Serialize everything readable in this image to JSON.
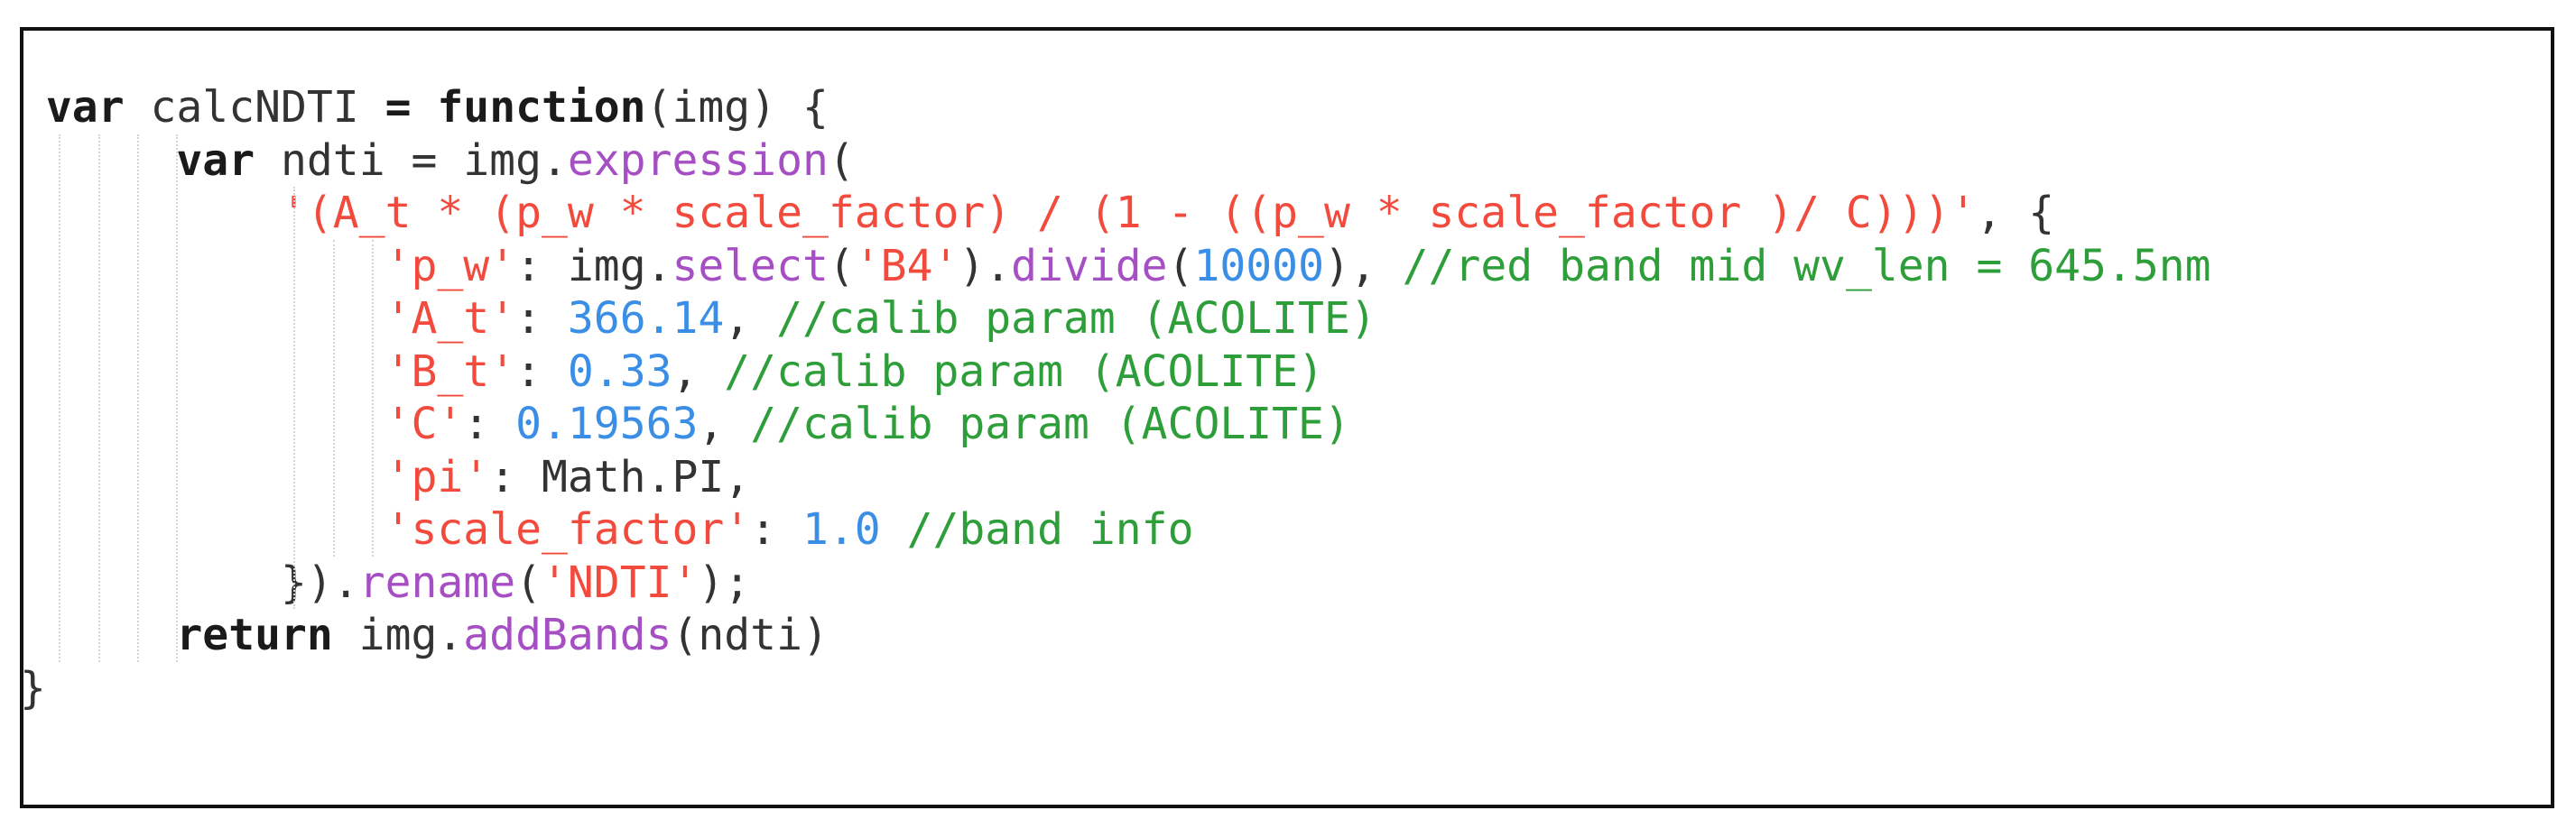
{
  "editor": {
    "lines": [
      {
        "indent": 1,
        "tokens": [
          {
            "t": "var",
            "c": "kw"
          },
          {
            "t": " calcNDTI ",
            "c": "plain"
          },
          {
            "t": "=",
            "c": "kw"
          },
          {
            "t": " ",
            "c": "plain"
          },
          {
            "t": "function",
            "c": "kw"
          },
          {
            "t": "(img) {",
            "c": "plain"
          }
        ]
      },
      {
        "indent": 6,
        "tokens": [
          {
            "t": "var",
            "c": "kw"
          },
          {
            "t": " ndti = img.",
            "c": "plain"
          },
          {
            "t": "expression",
            "c": "fn"
          },
          {
            "t": "(",
            "c": "plain"
          }
        ]
      },
      {
        "indent": 10,
        "tokens": [
          {
            "t": "'(A_t * (p_w * scale_factor) / (1 - ((p_w * scale_factor )/ C)))'",
            "c": "str"
          },
          {
            "t": ", {",
            "c": "plain"
          }
        ]
      },
      {
        "indent": 14,
        "tokens": [
          {
            "t": "'p_w'",
            "c": "str"
          },
          {
            "t": ": img.",
            "c": "plain"
          },
          {
            "t": "select",
            "c": "fn"
          },
          {
            "t": "(",
            "c": "plain"
          },
          {
            "t": "'B4'",
            "c": "str"
          },
          {
            "t": ").",
            "c": "plain"
          },
          {
            "t": "divide",
            "c": "fn"
          },
          {
            "t": "(",
            "c": "plain"
          },
          {
            "t": "10000",
            "c": "num"
          },
          {
            "t": "), ",
            "c": "plain"
          },
          {
            "t": "//red band mid wv_len = 645.5nm",
            "c": "com"
          }
        ]
      },
      {
        "indent": 14,
        "tokens": [
          {
            "t": "'A_t'",
            "c": "str"
          },
          {
            "t": ": ",
            "c": "plain"
          },
          {
            "t": "366.14",
            "c": "num"
          },
          {
            "t": ", ",
            "c": "plain"
          },
          {
            "t": "//calib param (ACOLITE)",
            "c": "com"
          }
        ]
      },
      {
        "indent": 14,
        "tokens": [
          {
            "t": "'B_t'",
            "c": "str"
          },
          {
            "t": ": ",
            "c": "plain"
          },
          {
            "t": "0.33",
            "c": "num"
          },
          {
            "t": ", ",
            "c": "plain"
          },
          {
            "t": "//calib param (ACOLITE)",
            "c": "com"
          }
        ]
      },
      {
        "indent": 14,
        "tokens": [
          {
            "t": "'C'",
            "c": "str"
          },
          {
            "t": ": ",
            "c": "plain"
          },
          {
            "t": "0.19563",
            "c": "num"
          },
          {
            "t": ", ",
            "c": "plain"
          },
          {
            "t": "//calib param (ACOLITE)",
            "c": "com"
          }
        ]
      },
      {
        "indent": 14,
        "tokens": [
          {
            "t": "'pi'",
            "c": "str"
          },
          {
            "t": ": Math.PI,",
            "c": "plain"
          }
        ]
      },
      {
        "indent": 14,
        "tokens": [
          {
            "t": "'scale_factor'",
            "c": "str"
          },
          {
            "t": ": ",
            "c": "plain"
          },
          {
            "t": "1.0",
            "c": "num"
          },
          {
            "t": " ",
            "c": "plain"
          },
          {
            "t": "//band info",
            "c": "com"
          }
        ]
      },
      {
        "indent": 10,
        "tokens": [
          {
            "t": "}).",
            "c": "plain"
          },
          {
            "t": "rename",
            "c": "fn"
          },
          {
            "t": "(",
            "c": "plain"
          },
          {
            "t": "'NDTI'",
            "c": "str"
          },
          {
            "t": ");",
            "c": "plain"
          }
        ]
      },
      {
        "indent": 6,
        "tokens": [
          {
            "t": "return",
            "c": "kw"
          },
          {
            "t": " img.",
            "c": "plain"
          },
          {
            "t": "addBands",
            "c": "fn"
          },
          {
            "t": "(ndti)",
            "c": "plain"
          }
        ]
      },
      {
        "indent": 0,
        "tokens": [
          {
            "t": "}",
            "c": "plain"
          }
        ]
      }
    ],
    "guides": [
      {
        "col": 1.5,
        "from": 1,
        "to": 10
      },
      {
        "col": 3,
        "from": 1,
        "to": 10
      },
      {
        "col": 4.5,
        "from": 1,
        "to": 10
      },
      {
        "col": 6,
        "from": 1,
        "to": 10
      },
      {
        "col": 10.5,
        "from": 2,
        "to": 9
      },
      {
        "col": 12,
        "from": 3,
        "to": 8
      },
      {
        "col": 13.5,
        "from": 3,
        "to": 8
      }
    ],
    "colors": {
      "keyword": "#1a1a1a",
      "plain": "#333333",
      "string": "#f24b3e",
      "number": "#3a8ee6",
      "function": "#a64fc4",
      "comment": "#2e9e3a",
      "border": "#111111"
    }
  }
}
